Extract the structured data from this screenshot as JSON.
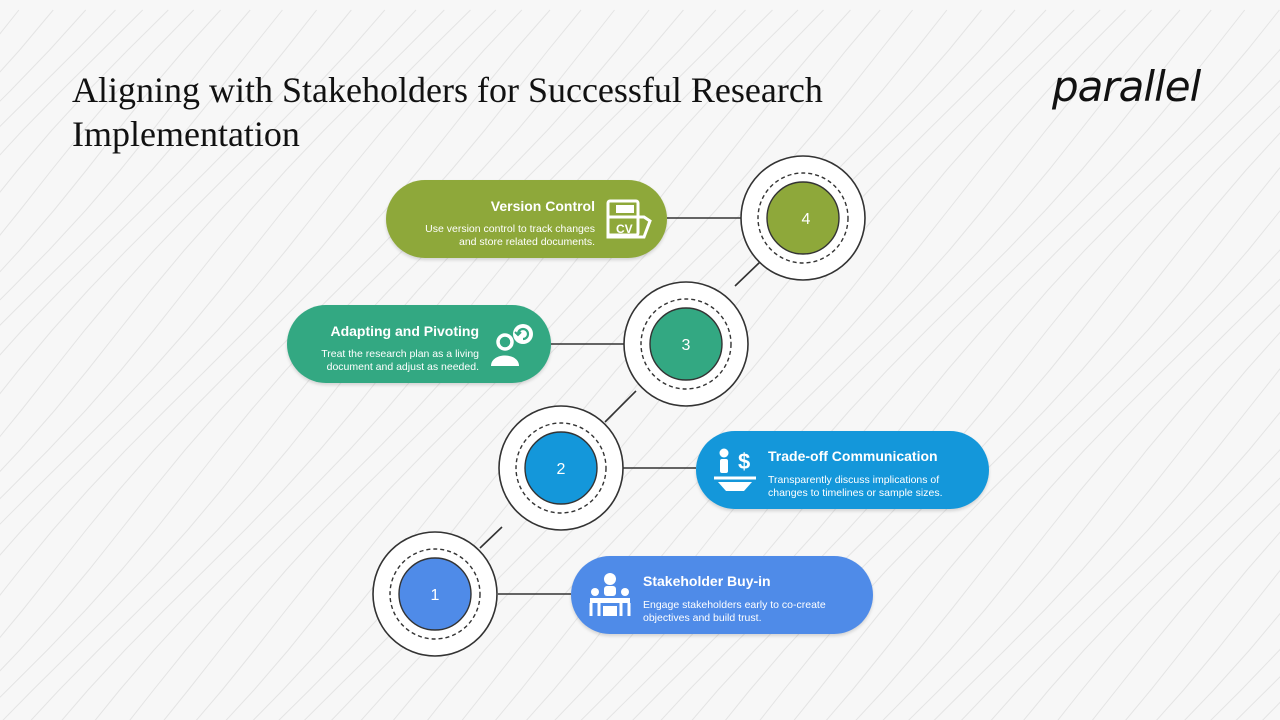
{
  "title": "Aligning with Stakeholders for Successful Research Implementation",
  "brand": "parallel",
  "colors": {
    "step_1": "#4f8be8",
    "step_2": "#1497da",
    "step_3": "#33a882",
    "step_4": "#8ea83a"
  },
  "steps": [
    {
      "number": "1",
      "title": "Stakeholder Buy-in",
      "desc_line1": "Engage stakeholders early to co-create",
      "desc_line2": "objectives and build trust.",
      "icon": "meeting-people-icon"
    },
    {
      "number": "2",
      "title": "Trade-off Communication",
      "desc_line1": "Transparently discuss implications of",
      "desc_line2": "changes to timelines or sample sizes.",
      "icon": "scale-person-dollar-icon"
    },
    {
      "number": "3",
      "title": "Adapting and Pivoting",
      "desc_line1": "Treat the research plan as a living",
      "desc_line2": "document and adjust as needed.",
      "icon": "person-refresh-icon"
    },
    {
      "number": "4",
      "title": "Version Control",
      "desc_line1": "Use version control to track changes",
      "desc_line2": "and store related documents.",
      "icon": "cv-folder-icon"
    }
  ]
}
